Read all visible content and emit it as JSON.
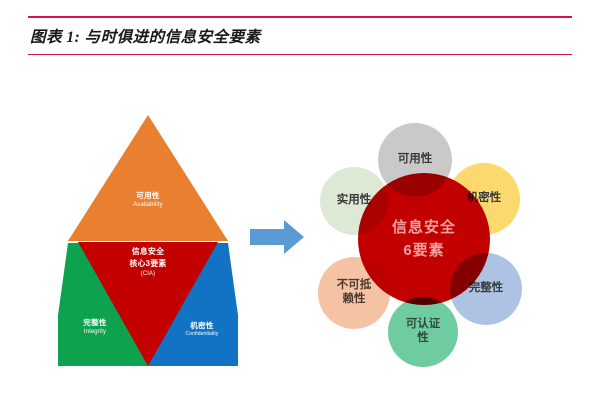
{
  "header": {
    "title": "图表 1: 与时俱进的信息安全要素",
    "rule_color": "#D6104B"
  },
  "triangle": {
    "sections": [
      {
        "key": "availability",
        "cn": "可用性",
        "en": "Availability",
        "color": "#E8802F"
      },
      {
        "key": "core",
        "cn": "信息安全",
        "cn2": "核心3要素",
        "en": "(CIA)",
        "color": "#C30000"
      },
      {
        "key": "integrity",
        "cn": "完整性",
        "en": "Integrity",
        "color": "#0DA34E"
      },
      {
        "key": "confidentiality",
        "cn": "机密性",
        "en": "Confidentiality",
        "color": "#1273C4"
      }
    ]
  },
  "arrow": {
    "name": "right-arrow",
    "color": "#5B9BD5"
  },
  "cluster": {
    "center": {
      "line1": "信息安全",
      "line2": "6要素",
      "color": "#C30000"
    },
    "satellites": [
      {
        "key": "availability",
        "label": "可用性",
        "color": "#C9C9C9"
      },
      {
        "key": "practicality",
        "label": "实用性",
        "color": "#DDE9D5"
      },
      {
        "key": "confidentiality",
        "label": "机密性",
        "color": "#FBD96E"
      },
      {
        "key": "non-repudiation",
        "label_l1": "不可抵",
        "label_l2": "赖性",
        "color": "#F5C3A4"
      },
      {
        "key": "integrity",
        "label": "完整性",
        "color": "#AEC3E3"
      },
      {
        "key": "authenticity",
        "label_l1": "可认证",
        "label_l2": "性",
        "color": "#6ECCA0"
      }
    ]
  }
}
